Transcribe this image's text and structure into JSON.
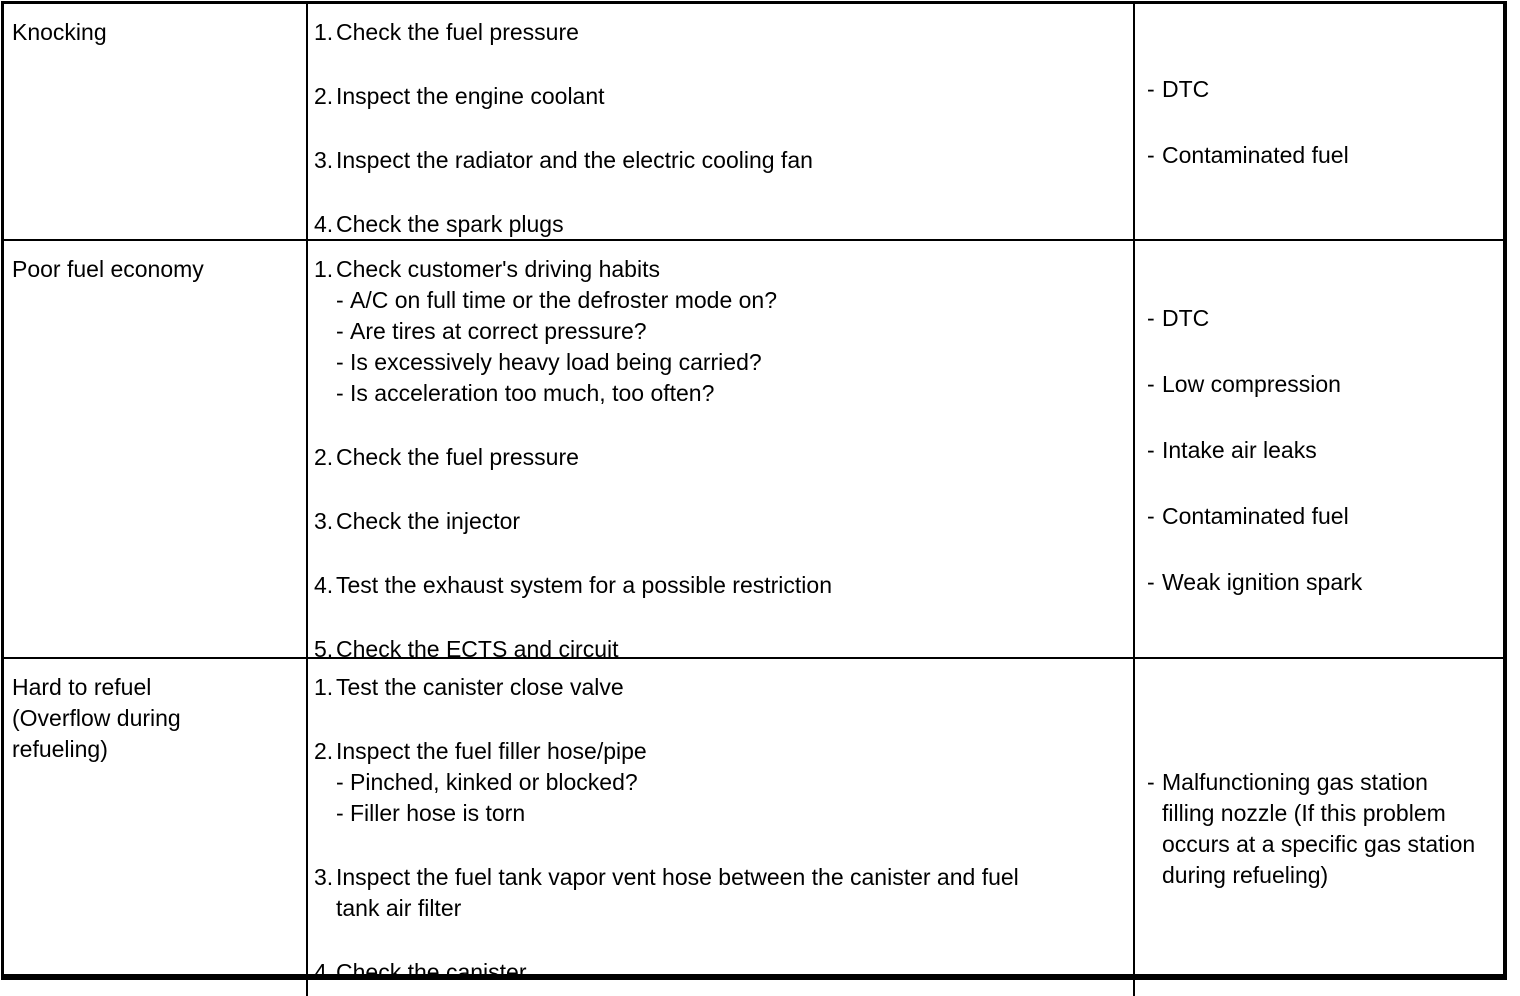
{
  "glyphs": {
    "dash": "-"
  },
  "colors": {
    "border": "#000000",
    "background": "#ffffff",
    "text": "#000000"
  },
  "table": {
    "columns": [
      "symptom",
      "inspection_steps",
      "probable_causes"
    ],
    "rows": [
      {
        "symptom_lines": [
          "Knocking"
        ],
        "steps": [
          {
            "num": "1.",
            "lines": [
              "Check the fuel pressure"
            ],
            "subs": []
          },
          {
            "num": "2.",
            "lines": [
              "Inspect the engine coolant"
            ],
            "subs": []
          },
          {
            "num": "3.",
            "lines": [
              "Inspect the radiator and the electric cooling fan"
            ],
            "subs": []
          },
          {
            "num": "4.",
            "lines": [
              "Check the spark plugs"
            ],
            "subs": []
          }
        ],
        "causes": [
          {
            "lines": [
              "DTC"
            ]
          },
          {
            "lines": [
              "Contaminated fuel"
            ]
          }
        ]
      },
      {
        "symptom_lines": [
          "Poor fuel economy"
        ],
        "steps": [
          {
            "num": "1.",
            "lines": [
              "Check customer's driving habits"
            ],
            "subs": [
              {
                "lines": [
                  "A/C on full time or the defroster mode on?"
                ]
              },
              {
                "lines": [
                  "Are tires at correct pressure?"
                ]
              },
              {
                "lines": [
                  "Is excessively heavy load being carried?"
                ]
              },
              {
                "lines": [
                  "Is acceleration too much, too often?"
                ]
              }
            ]
          },
          {
            "num": "2.",
            "lines": [
              "Check the fuel pressure"
            ],
            "subs": []
          },
          {
            "num": "3.",
            "lines": [
              "Check the injector"
            ],
            "subs": []
          },
          {
            "num": "4.",
            "lines": [
              "Test the exhaust system for a possible restriction"
            ],
            "subs": []
          },
          {
            "num": "5.",
            "lines": [
              "Check the ECTS and circuit"
            ],
            "subs": []
          }
        ],
        "causes": [
          {
            "lines": [
              "DTC"
            ]
          },
          {
            "lines": [
              "Low compression"
            ]
          },
          {
            "lines": [
              "Intake air leaks"
            ]
          },
          {
            "lines": [
              "Contaminated fuel"
            ]
          },
          {
            "lines": [
              "Weak ignition spark"
            ]
          }
        ]
      },
      {
        "symptom_lines": [
          "Hard to refuel",
          "(Overflow during",
          "refueling)"
        ],
        "steps": [
          {
            "num": "1.",
            "lines": [
              "Test the canister close valve"
            ],
            "subs": []
          },
          {
            "num": "2.",
            "lines": [
              "Inspect the fuel filler hose/pipe"
            ],
            "subs": [
              {
                "lines": [
                  "Pinched, kinked or blocked?"
                ]
              },
              {
                "lines": [
                  "Filler hose is torn"
                ]
              }
            ]
          },
          {
            "num": "3.",
            "lines": [
              "Inspect the fuel tank vapor vent hose between the canister and fuel",
              "tank air filter"
            ],
            "subs": []
          },
          {
            "num": "4.",
            "lines": [
              "Check the canister"
            ],
            "subs": []
          }
        ],
        "causes": [
          {
            "lines": [
              "Malfunctioning gas station",
              "filling nozzle (If this problem",
              "occurs at a specific gas station",
              "during refueling)"
            ]
          }
        ]
      }
    ]
  }
}
